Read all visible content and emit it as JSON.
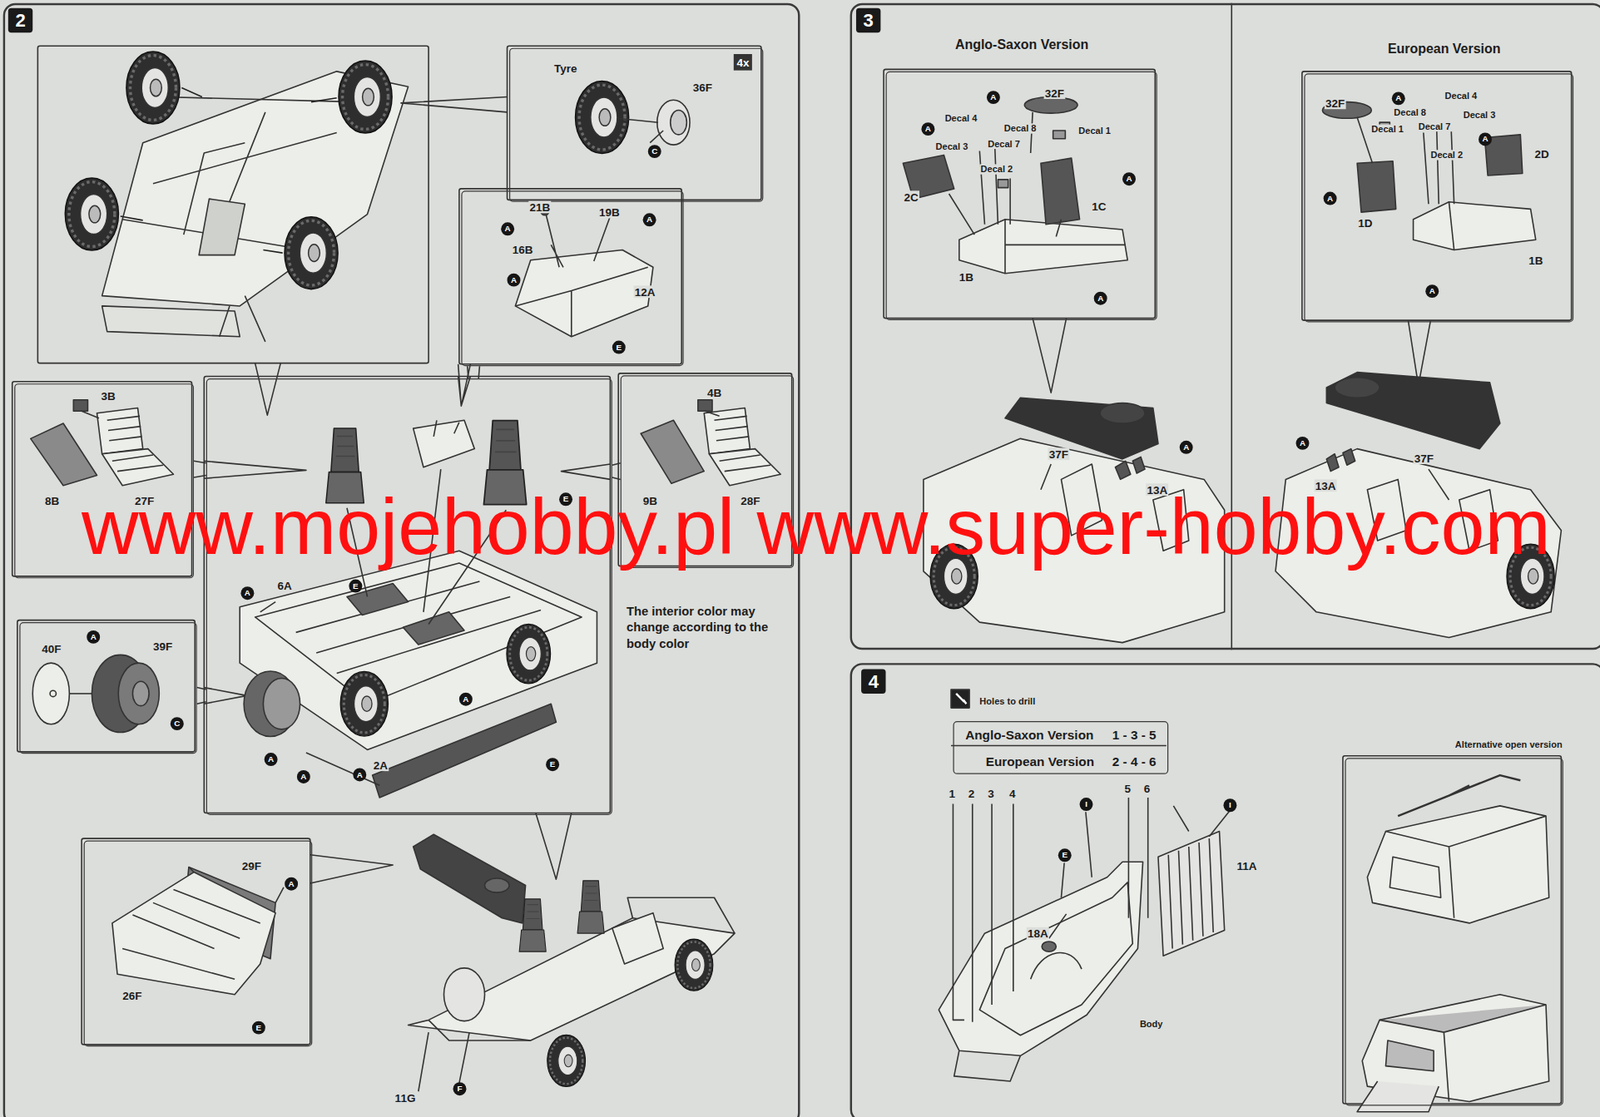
{
  "diagram": {
    "nodes": [
      {
        "text": [
          "2"
        ]
      },
      {
        "text": [
          "Tyre",
          "4x",
          "36F",
          "C"
        ],
        "in": 0
      },
      {
        "text": [
          "21B",
          "19B",
          "A",
          "A",
          "16B",
          "A",
          "12A",
          "E"
        ],
        "in": 0
      },
      {
        "text": [
          "3B",
          "8B",
          "27F"
        ],
        "in": 0
      },
      {
        "text": [
          "4B",
          "9B",
          "28F"
        ],
        "in": 0
      },
      {
        "text": [
          "40F",
          "A",
          "39F",
          "C"
        ],
        "in": 0
      },
      {
        "text": [
          "E",
          "6A",
          "A",
          "E",
          "A",
          "A",
          "A",
          "A",
          "2A",
          "E"
        ],
        "in": 0
      },
      {
        "text": [
          "29F",
          "A",
          "26F",
          "E"
        ],
        "in": 0
      },
      {
        "text": [
          "3"
        ]
      },
      {
        "text": [
          "Anglo-Saxon Version",
          "32F",
          "A",
          "Decal 4",
          "Decal 8",
          "Decal 1",
          "A",
          "Decal 3",
          "Decal 7",
          "Decal 2",
          "A",
          "2C",
          "1C",
          "1B",
          "A"
        ],
        "in": 8
      },
      {
        "text": [
          "European Version",
          "32F",
          "A",
          "Decal 4",
          "Decal 8",
          "Decal 3",
          "Decal 1",
          "Decal 7",
          "Decal 2",
          "A",
          "2D",
          "A",
          "1D",
          "1B",
          "A"
        ],
        "in": 8
      },
      {
        "text": [
          "4"
        ]
      },
      {
        "text": [
          "Holes to drill",
          "Anglo-Saxon Version",
          "1 - 3 - 5",
          "European Version",
          "2 - 4 - 6"
        ],
        "in": 11
      },
      {
        "text": [
          "Alternative open version"
        ],
        "in": 11
      }
    ],
    "edges": [
      {
        "from": 3,
        "to": 6,
        "arrow": "none"
      },
      {
        "from": 4,
        "to": 6,
        "arrow": "none"
      },
      {
        "from": 2,
        "to": 6,
        "arrow": "none"
      },
      {
        "from": 5,
        "to": 6,
        "arrow": "none"
      }
    ],
    "labels": [
      "www.mojehobby.pl www.super-hobby.com",
      "The interior color may change according to the body color",
      "11G",
      "F",
      "37F",
      "A",
      "13A",
      "A",
      "13A",
      "37F",
      "1",
      "2",
      "3",
      "4",
      "5",
      "6",
      "I",
      "I",
      "E",
      "11A",
      "18A",
      "Body"
    ]
  }
}
